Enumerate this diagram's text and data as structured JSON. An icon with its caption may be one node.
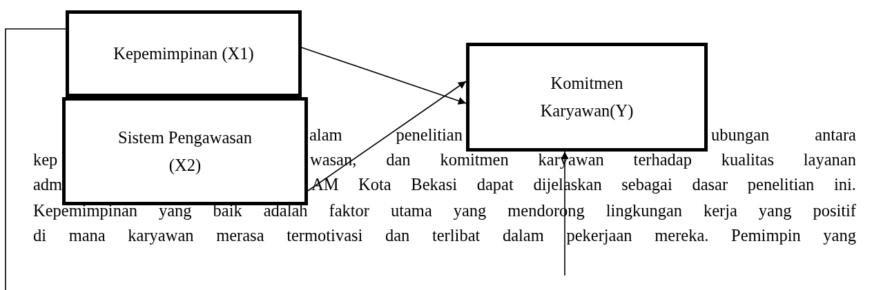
{
  "diagram": {
    "nodes": [
      {
        "text": [
          "Kepemimpinan (X1)"
        ]
      },
      {
        "text": [
          "Sistem Pengawasan (X2)"
        ]
      },
      {
        "text": [
          "Komitmen Karyawan(Y)"
        ]
      }
    ],
    "edges": [
      {
        "from": 0,
        "to": 2,
        "arrow": "to"
      },
      {
        "from": 1,
        "to": 2,
        "arrow": "to"
      },
      {
        "from": null,
        "to": 2,
        "arrow": "to"
      },
      {
        "from": null,
        "to": 0,
        "arrow": "none"
      }
    ],
    "labels": [
      "alam penelitian",
      "ubungan antara",
      "kep",
      "wasan, dan komitmen karyawan terhadap kualitas layanan",
      "adm",
      "AM Kota Bekasi dapat dijelaskan sebagai dasar penelitian ini.",
      "Kepemimpinan yang baik adalah faktor utama yang mendorong lingkungan kerja yang positif",
      "di mana karyawan merasa termotivasi dan terlibat dalam pekerjaan mereka. Pemimpin yang"
    ]
  }
}
